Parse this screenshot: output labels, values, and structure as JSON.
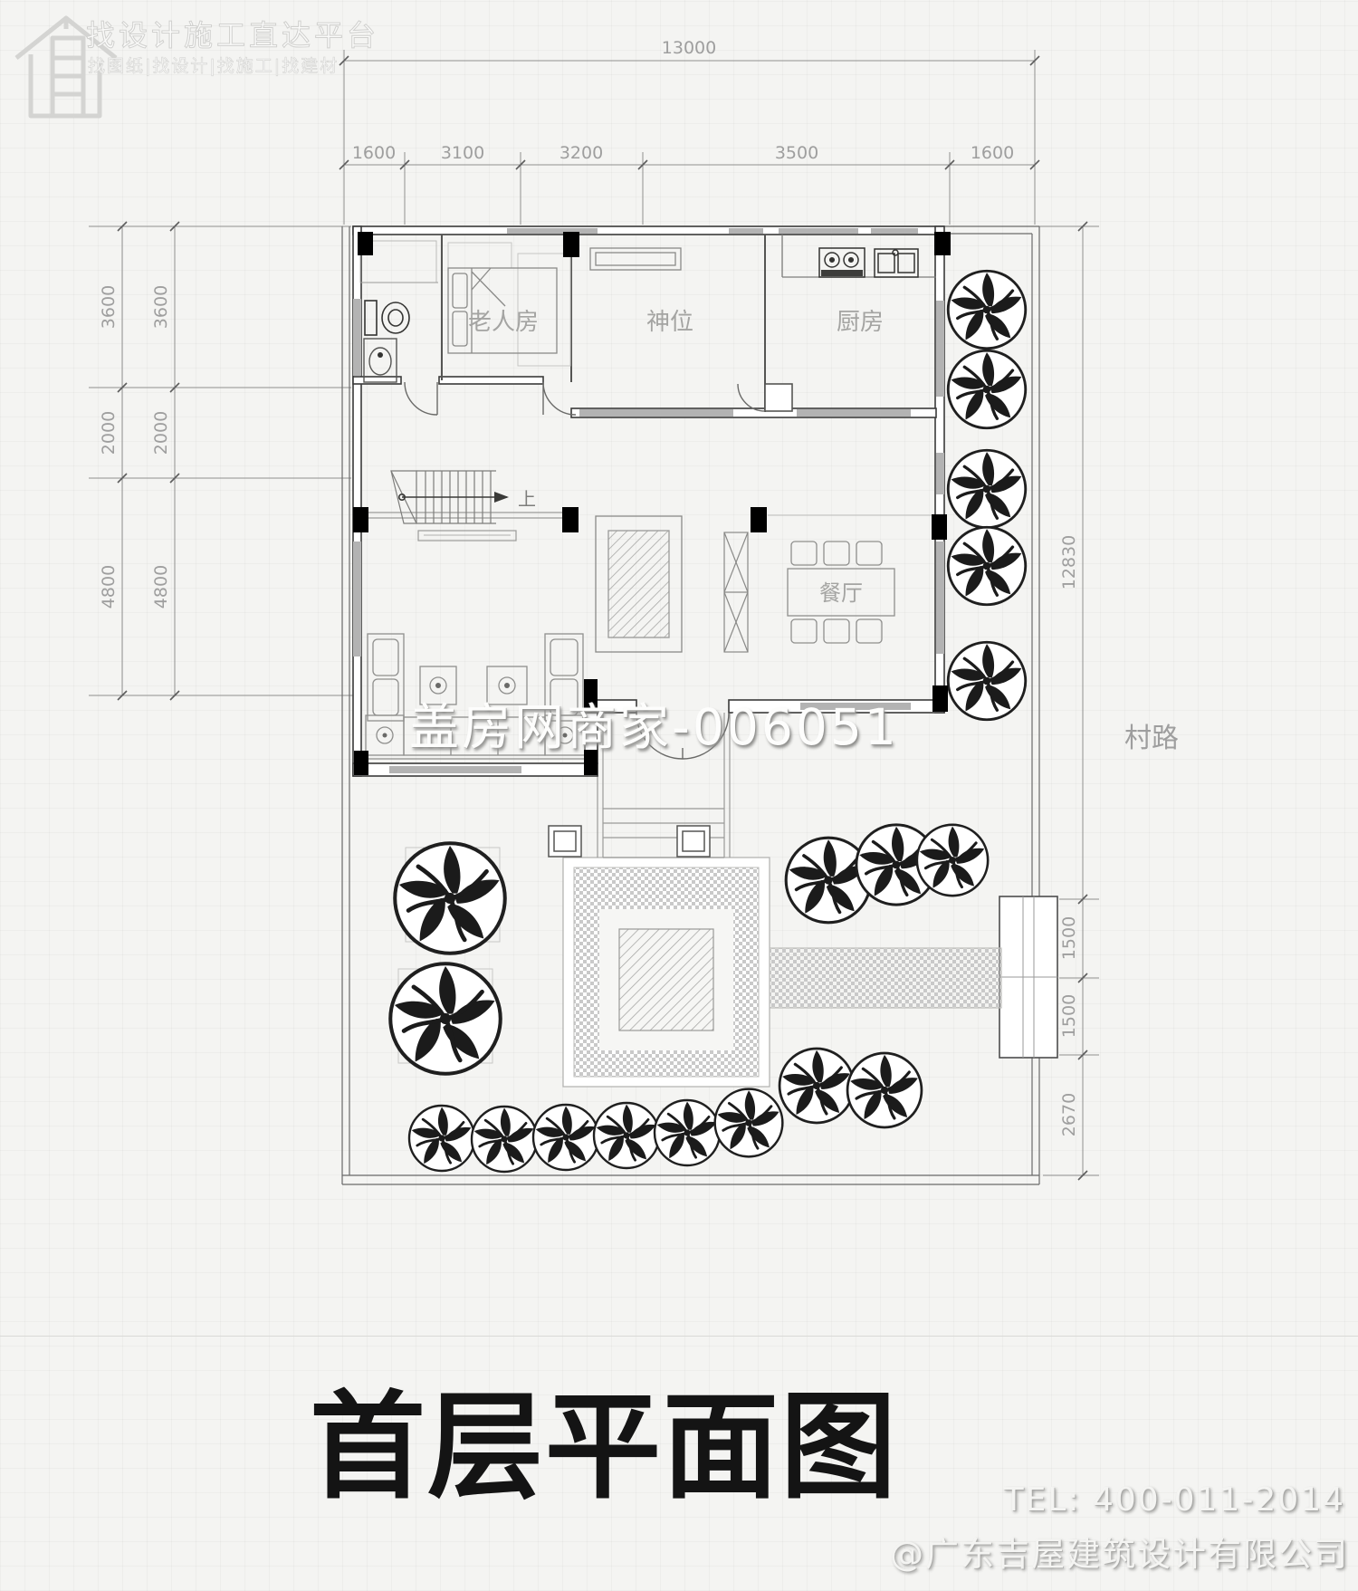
{
  "logo": {
    "title": "找设计施工直达平台",
    "subtitle": "找图纸|找设计|找施工|找建材"
  },
  "watermark": "盖房网商家-006051",
  "plan": {
    "title": "首层平面图",
    "rooms": {
      "elderly": "老人房",
      "shrine": "神位",
      "kitchen": "厨房",
      "dining": "餐厅"
    },
    "stair_up": "上",
    "road": "村路",
    "dims": {
      "total_width": "13000",
      "top_segments": [
        "1600",
        "3100",
        "3200",
        "3500",
        "1600"
      ],
      "left_column": [
        "3600",
        "2000",
        "4800"
      ],
      "right_total": "12830",
      "gate_segments": [
        "1500",
        "1500"
      ],
      "side_lower": "2670"
    }
  },
  "footer": {
    "tel": "TEL: 400-011-2014",
    "company": "@广东吉屋建筑设计有限公司"
  },
  "colors": {
    "ink": "#3a3a3a",
    "dim_line": "#8f8f8f",
    "dim_text": "#9e9e9e",
    "window_fill": "#b3b3b3",
    "column_fill": "#000000",
    "paving_gray": "#c9c9c9",
    "watermark_gray": "#9b9b9b",
    "title_ink": "#141414"
  }
}
